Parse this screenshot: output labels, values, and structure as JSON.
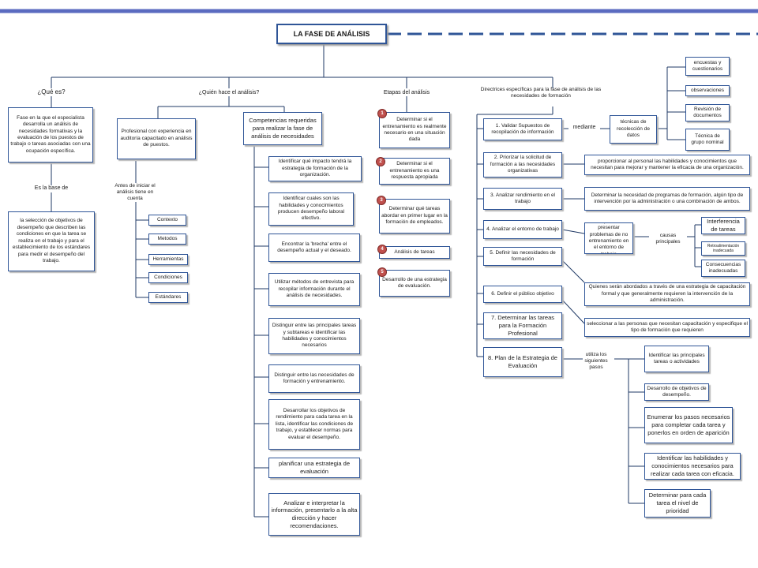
{
  "title": "LA FASE DE ANÁLISIS",
  "colors": {
    "border": "#2f5597",
    "line": "#1f3864",
    "badge": "#c0504d",
    "top_bar": "#5b6bc0"
  },
  "branches": {
    "que_es": "¿Qué es?",
    "quien": "¿Quién hace el análisis?",
    "etapas": "Etapas del análisis",
    "directrices": "Directrices específicas para la fase de análisis de las necesidades de formación"
  },
  "que_es": {
    "definition": "Fase en la que el especialista desarrolla un análisis de necesidades formativas y la evaluación de los puestos de trabajo o tareas asociadas con una ocupación específica.",
    "link_label": "Es la base de",
    "base": "la selección de objetivos de desempeño que describen las condiciones en que la tarea se realiza en el trabajo y para el establecimiento de los estándares para medir el desempeño del trabajo."
  },
  "quien": {
    "profesional": "Profesional con experiencia en auditoría capacitado en análisis de puestos.",
    "antes_label": "Antes de iniciar el análisis tiene en cuenta",
    "antes_items": [
      "Contexto",
      "Metodos",
      "Herramientas",
      "Condiciones",
      "Estándares"
    ],
    "competencias": "Competencias requeridas para realizar la fase de análisis de necesidades",
    "competencias_items": [
      "Identificar qué impacto tendrá la estrategia de formación de la organización.",
      "Identificar cuales son las habilidades y conocimientos producen desempeño laboral efectivo.",
      "Encontrar la 'brecha' entre el desempeño actual y el deseado.",
      "Utilizar métodos de entrevista para recopilar información durante el análisis de necesidades.",
      "Distinguir entre las principales tareas y subtareas e identificar las habilidades y conocimientos necesarios",
      "Distinguir entre las necesidades de formación y entrenamiento.",
      "Desarrollar los objetivos de rendimiento para cada tarea en la lista, identificar las condiciones de trabajo, y establecer normas para evaluar el desempeño.",
      "planificar una estrategia de evaluación",
      "Analizar e interpretar la información, presentarlo a la alta dirección y hacer recomendaciones."
    ]
  },
  "etapas": [
    {
      "n": "1",
      "text": "Determinar si el entrenamiento es realmente necesario en una situación dada"
    },
    {
      "n": "2",
      "text": "Determinar si el entrenamiento es una respuesta apropiada"
    },
    {
      "n": "3",
      "text": "Determinar qué tareas abordar en primer lugar en la formación de empleados."
    },
    {
      "n": "4",
      "text": "Análisis de tareas"
    },
    {
      "n": "5",
      "text": "Desarrollo de una estrategia de evaluación."
    }
  ],
  "directrices": {
    "steps": [
      "1. Validar Supuestos de recopilación de información",
      "2. Priorizar la solicitud de formación a las necesidades organizativas",
      "3. Analizar rendimiento en el trabajo",
      "4. Analizar el entorno de trabajo",
      "5. Definir las necesidades de formación",
      "6. Definir el público objetivo",
      "7. Determinar las tareas para la Formación Profesional",
      "8. Plan de la Estrategia de Evaluación"
    ],
    "mediante": "mediante",
    "tecnicas": "técnicas de recolección de datos",
    "tecnicas_items": [
      "encuestas y cuestionarios",
      "observaciones",
      "Revisión de documentos",
      "Técnica de grupo nominal"
    ],
    "step2_detail": "proporcionar al personal las habilidades y conocimientos que necesitan para mejorar y mantener la eficacia de una organización.",
    "step3_detail": "Determinar la necesidad de programas de formación, algún tipo de intervención por la administración o una combinación de ambos.",
    "step4_detail": "Se pueden presentar problemas de no entrenamiento en el entorno de trabajo",
    "causas_label": "causas principales",
    "causas": [
      "Interferencia de tareas",
      "Retroalimentación inadecuada",
      "Consecuencias inadecuadas"
    ],
    "step5_detail": "Quienes serán abordados a través de una estrategia de capacitación formal y que generalmente requieren la intervención de la administración.",
    "step6_detail": "seleccionar a las personas que necesitan capacitación y especifique el tipo de formación que requieren",
    "utiliza_label": "utiliza los siguientes pasos",
    "step8_items": [
      "Identificar las principales tareas o actividades",
      "Desarrollo de objetivos de desempeño.",
      "Enumerar los pasos necesarios para completar cada tarea y ponerlos en orden de aparición",
      "Identificar las habilidades y conocimientos necesarios para realizar cada tarea con eficacia.",
      "Determinar para cada tarea el nivel de prioridad"
    ]
  }
}
